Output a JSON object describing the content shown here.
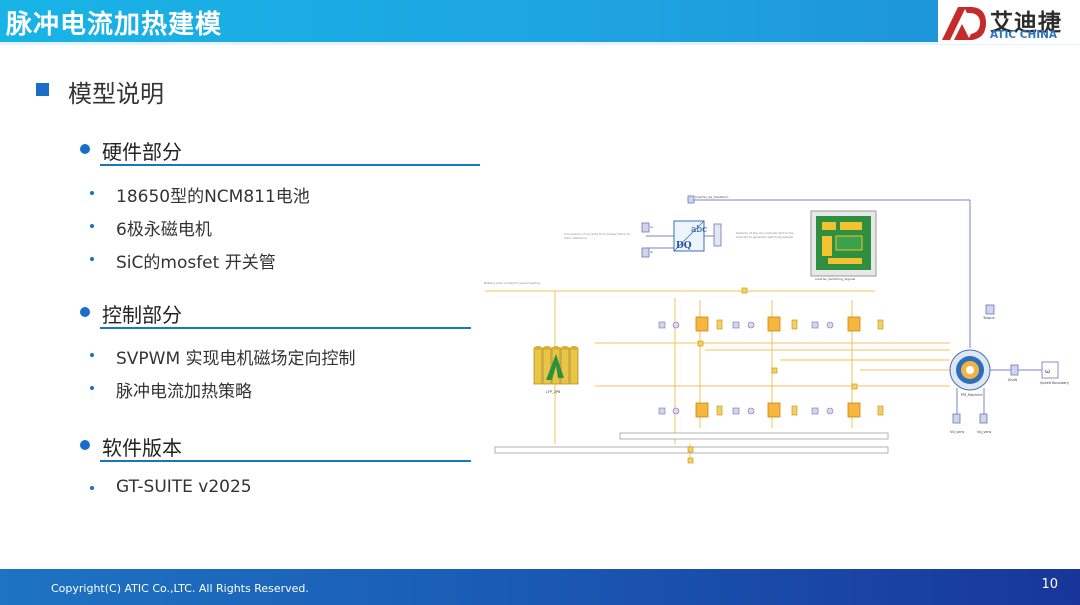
{
  "header": {
    "title": "脉冲电流加热建模",
    "logo_cn": "艾迪捷",
    "logo_en": "ATIC CHINA"
  },
  "section": {
    "title": "模型说明"
  },
  "categories": [
    {
      "title": "硬件部分",
      "items": [
        "18650型的NCM811电池",
        "6极永磁电机",
        "SiC的mosfet 开关管"
      ]
    },
    {
      "title": "控制部分",
      "items": [
        "SVPWM 实现电机磁场定向控制",
        "脉冲电流加热策略"
      ]
    },
    {
      "title": "软件版本",
      "items": [
        "GT-SUITE v2025"
      ]
    }
  ],
  "diagram": {
    "labels": {
      "transform_top": "Inverter_dq_transform",
      "abc": "abc",
      "dq": "DQ",
      "module": "Inverter_Switching_Signals",
      "battery": "LFP_2P6",
      "motor": "PM_Machine",
      "shaft": "Shaft",
      "speed": "Speed Boundary",
      "torque": "Torque",
      "sensor_left": "Vd_sens",
      "sensor_right": "Vq_sens"
    }
  },
  "footer": {
    "copyright": "Copyright(C) ATIC Co.,LTC. All Rights Reserved.",
    "page": "10"
  },
  "colors": {
    "header": "#18b4e6",
    "footer": "#1a5cb5",
    "accent": "#1a6ec8"
  }
}
